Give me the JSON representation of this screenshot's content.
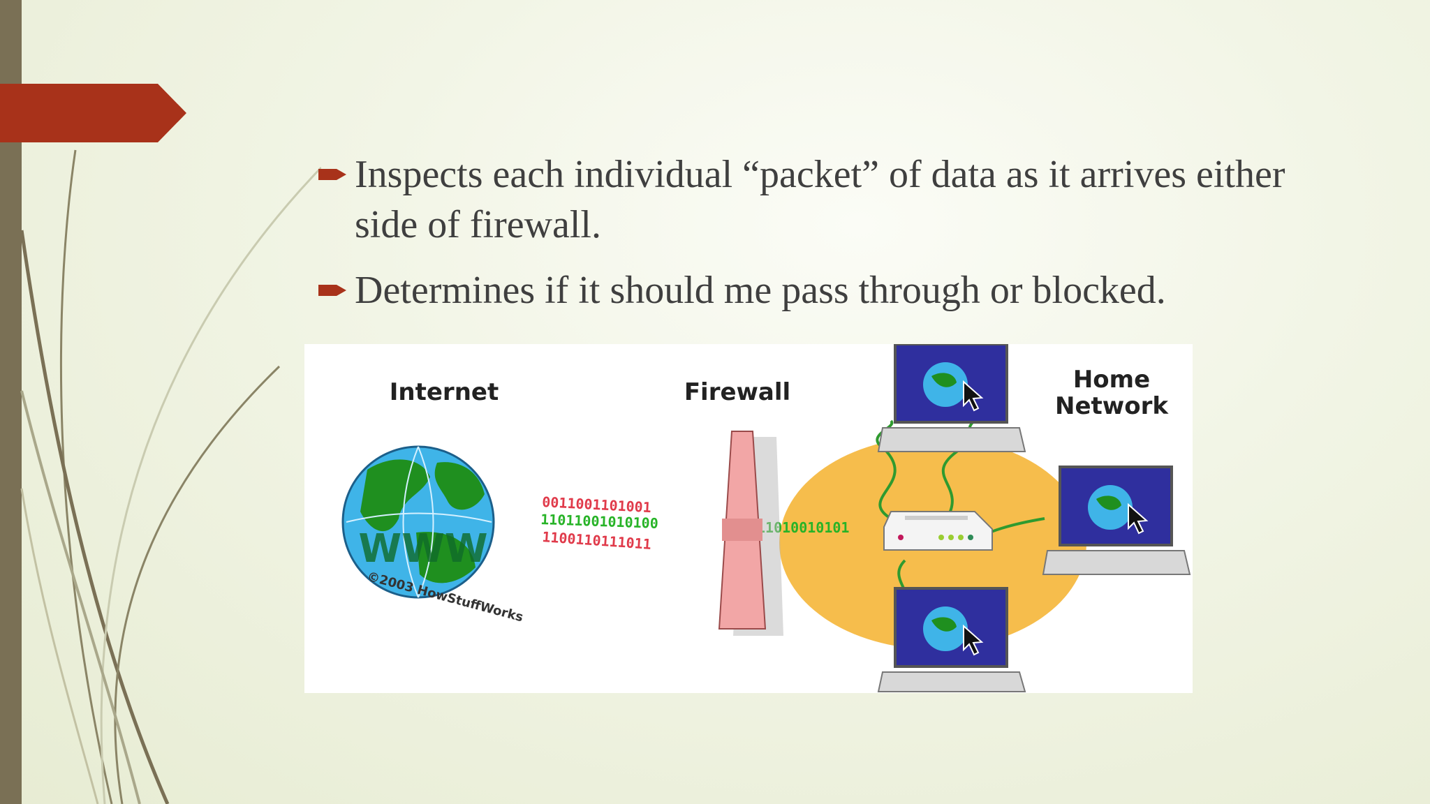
{
  "slide": {
    "bullets": [
      "Inspects each individual “packet” of data as it arrives either side of firewall.",
      "Determines if it should me pass through or blocked."
    ]
  },
  "diagram": {
    "internet_label": "Internet",
    "firewall_label": "Firewall",
    "home_label_line1": "Home",
    "home_label_line2": "Network",
    "globe_text": "WWW",
    "copyright": "©2003 HowStuffWorks",
    "binary_red_1": "0011001101001",
    "binary_green": "11011001010100",
    "binary_red_2": "1100110111011",
    "binary_right": "11010010101",
    "colors": {
      "accent_tag": "#a8321a",
      "left_bar": "#7a7055",
      "text": "#3f3f3f",
      "firewall": "#f2a6a6",
      "home_zone": "#f6bd4c",
      "monitor": "#2f2f9e",
      "globe_land": "#1f8f1f",
      "globe_sea": "#3fb4e8"
    }
  }
}
